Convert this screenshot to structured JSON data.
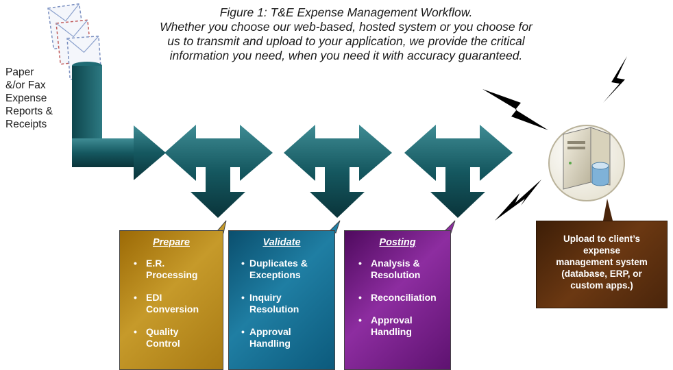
{
  "caption": {
    "title": "Figure 1: T&E Expense Management Workflow.",
    "line2": "Whether you choose our web-based, hosted system or you choose for",
    "line3": "us to transmit and upload to your application, we provide the critical",
    "line4": "information you need, when you need it with accuracy guaranteed."
  },
  "source": {
    "lines": [
      "Paper",
      "&/or Fax",
      "Expense",
      "Reports &",
      "Receipts"
    ]
  },
  "stages": [
    {
      "title": "Prepare",
      "items": [
        [
          "E.R.",
          "Processing"
        ],
        [
          "EDI",
          "Conversion"
        ],
        [
          "Quality",
          "Control"
        ]
      ],
      "color": "#b8860b"
    },
    {
      "title": "Validate",
      "items": [
        [
          "Duplicates &",
          "Exceptions"
        ],
        [
          "Inquiry",
          "Resolution"
        ],
        [
          "Approval",
          "Handling"
        ]
      ],
      "color": "#1a6f95"
    },
    {
      "title": "Posting",
      "items": [
        [
          "Analysis &",
          "Resolution"
        ],
        [
          "Reconciliation"
        ],
        [
          "Approval",
          "Handling"
        ]
      ],
      "color": "#7a1f8c"
    }
  ],
  "upload": {
    "lines": [
      "Upload to client’s",
      "expense",
      "management system",
      "(database, ERP, or",
      "custom apps.)"
    ]
  },
  "colors": {
    "arrow_dark": "#0b3f46",
    "arrow_light": "#3d8a92",
    "upload_bg": "#5a2e0e"
  },
  "icons": [
    "envelope-icon",
    "server-icon",
    "database-icon",
    "lightning-bolt-icon"
  ]
}
